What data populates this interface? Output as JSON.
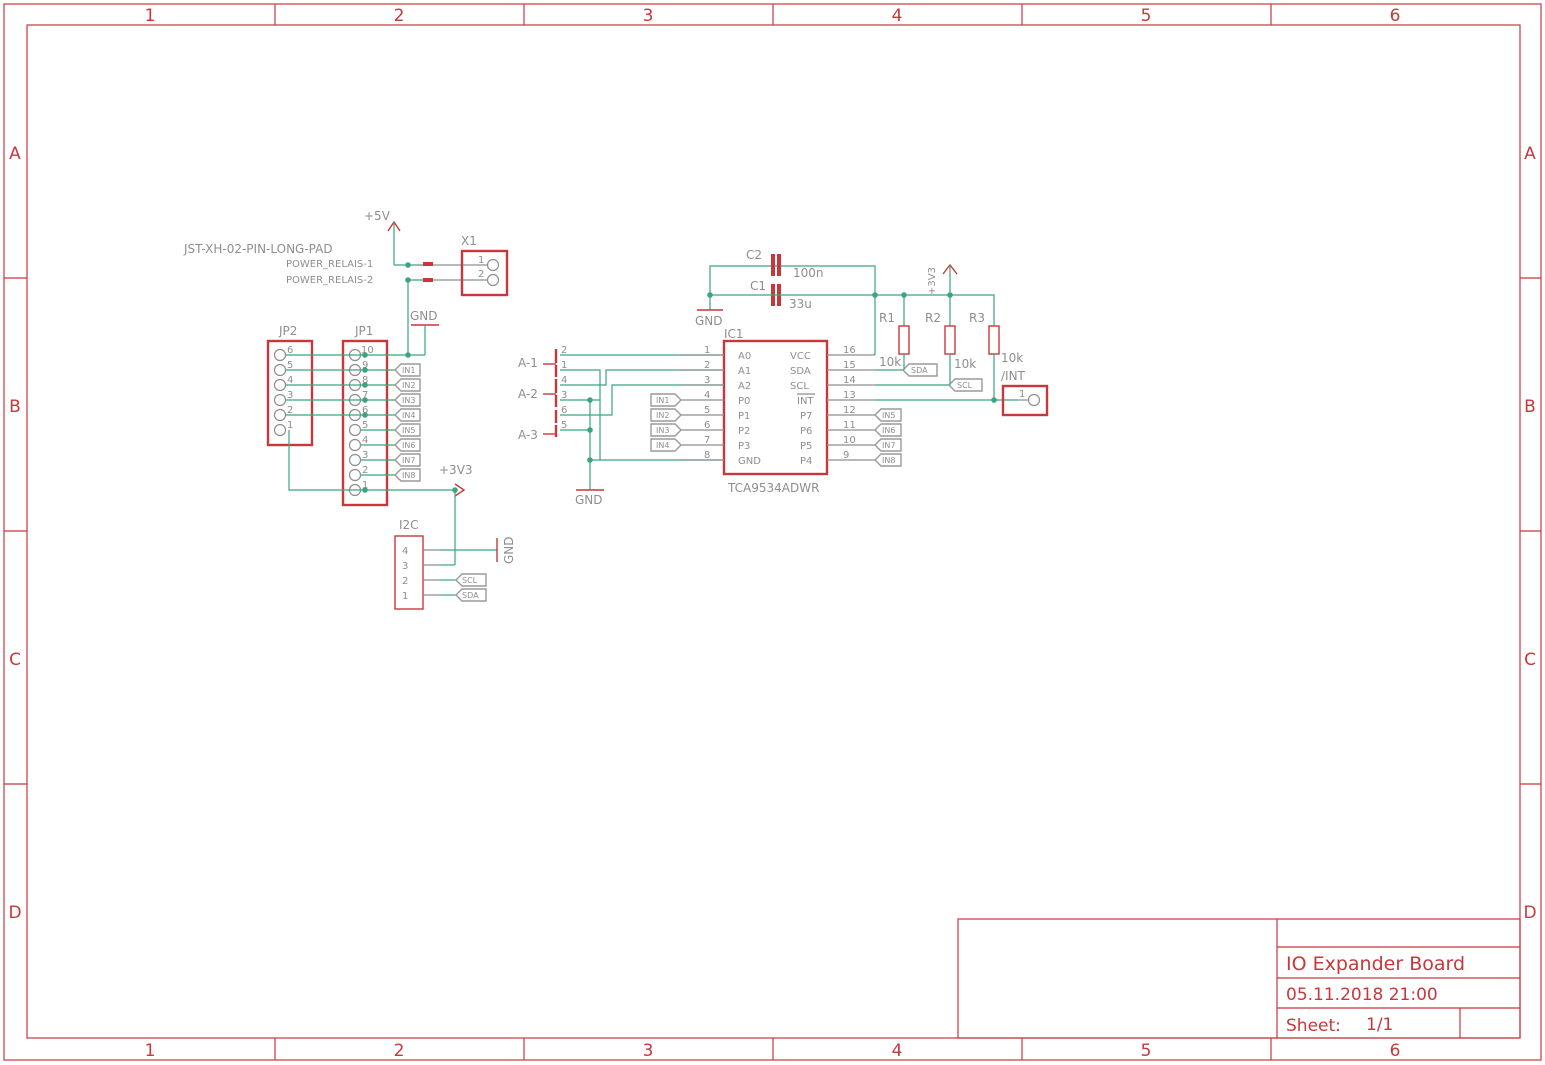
{
  "frame": {
    "columns": [
      "1",
      "2",
      "3",
      "4",
      "5",
      "6"
    ],
    "rows": [
      "A",
      "B",
      "C",
      "D"
    ]
  },
  "title_block": {
    "title": "IO Expander Board",
    "date": "05.11.2018 21:00",
    "sheet_label": "Sheet:",
    "sheet_value": "1/1"
  },
  "power": {
    "plus5v": "+5V",
    "plus3v3": "+3V3",
    "gnd": "GND"
  },
  "x1": {
    "name": "X1",
    "package": "JST-XH-02-PIN-LONG-PAD",
    "pins": [
      "1",
      "2"
    ],
    "net1": "POWER_RELAIS-1",
    "net2": "POWER_RELAIS-2"
  },
  "jp2": {
    "name": "JP2",
    "pins": [
      "6",
      "5",
      "4",
      "3",
      "2",
      "1"
    ]
  },
  "jp1": {
    "name": "JP1",
    "pins": [
      "10",
      "9",
      "8",
      "7",
      "6",
      "5",
      "4",
      "3",
      "2",
      "1"
    ]
  },
  "jp1_labels": [
    "IN1",
    "IN2",
    "IN3",
    "IN4",
    "IN5",
    "IN6",
    "IN7",
    "IN8"
  ],
  "i2c": {
    "name": "I2C",
    "pins": [
      "4",
      "3",
      "2",
      "1"
    ],
    "labels": [
      "SCL",
      "SDA"
    ]
  },
  "address": {
    "jumpers": [
      "A-1",
      "A-2",
      "A-3"
    ],
    "pins": [
      "2",
      "1",
      "4",
      "3",
      "6",
      "5"
    ]
  },
  "ic1": {
    "name": "IC1",
    "part": "TCA9534ADWR",
    "left_pins": [
      {
        "num": "1",
        "name": "A0"
      },
      {
        "num": "2",
        "name": "A1"
      },
      {
        "num": "3",
        "name": "A2"
      },
      {
        "num": "4",
        "name": "P0"
      },
      {
        "num": "5",
        "name": "P1"
      },
      {
        "num": "6",
        "name": "P2"
      },
      {
        "num": "7",
        "name": "P3"
      },
      {
        "num": "8",
        "name": "GND"
      }
    ],
    "right_pins": [
      {
        "num": "16",
        "name": "VCC"
      },
      {
        "num": "15",
        "name": "SDA"
      },
      {
        "num": "14",
        "name": "SCL"
      },
      {
        "num": "13",
        "name": "INT"
      },
      {
        "num": "12",
        "name": "P7"
      },
      {
        "num": "11",
        "name": "P6"
      },
      {
        "num": "10",
        "name": "P5"
      },
      {
        "num": "9",
        "name": "P4"
      }
    ],
    "left_labels": [
      "IN1",
      "IN2",
      "IN3",
      "IN4"
    ],
    "right_labels": [
      "SDA",
      "SCL",
      "IN5",
      "IN6",
      "IN7",
      "IN8"
    ]
  },
  "caps": [
    {
      "name": "C2",
      "value": "100n"
    },
    {
      "name": "C1",
      "value": "33u"
    }
  ],
  "resistors": [
    {
      "name": "R1",
      "value": "10k"
    },
    {
      "name": "R2",
      "value": "10k"
    },
    {
      "name": "R3",
      "value": "10k"
    }
  ],
  "int_conn": {
    "net": "/INT",
    "pin": "1"
  }
}
